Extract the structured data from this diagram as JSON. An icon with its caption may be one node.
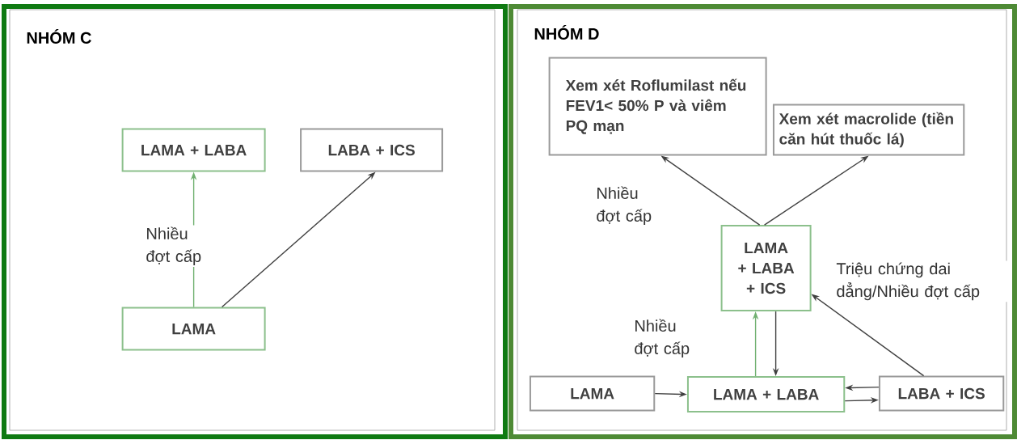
{
  "diagram": {
    "nodes": [
      {
        "text": [
          "NHÓM C"
        ]
      },
      {
        "text": [
          "LAMA + LABA"
        ],
        "in": 0
      },
      {
        "text": [
          "LABA + ICS"
        ],
        "in": 0
      },
      {
        "text": [
          "LAMA"
        ],
        "in": 0
      },
      {
        "text": [
          "NHÓM D"
        ]
      },
      {
        "text": [
          "Xem xét Roflumilast nếu FEV1< 50% P và viêm PQ mạn"
        ],
        "in": 4
      },
      {
        "text": [
          "Xem xét macrolide (tiền căn hút thuốc lá)"
        ],
        "in": 4
      },
      {
        "text": [
          "LAMA + LABA + ICS"
        ],
        "in": 4
      },
      {
        "text": [
          "LAMA"
        ],
        "in": 4
      },
      {
        "text": [
          "LAMA + LABA"
        ],
        "in": 4
      },
      {
        "text": [
          "LABA + ICS"
        ],
        "in": 4
      }
    ],
    "edges": [
      {
        "from": 3,
        "to": 1,
        "arrow": "to",
        "label": "Nhiều đợt cấp",
        "color": "#70b070"
      },
      {
        "from": 3,
        "to": 2,
        "arrow": "to"
      },
      {
        "from": 7,
        "to": 5,
        "arrow": "to",
        "label": "Nhiều đợt cấp"
      },
      {
        "from": 7,
        "to": 6,
        "arrow": "to"
      },
      {
        "from": 9,
        "to": 7,
        "arrow": "to",
        "label": "Nhiều đợt cấp",
        "color": "#70b070"
      },
      {
        "from": 7,
        "to": 9,
        "arrow": "to"
      },
      {
        "from": 8,
        "to": 9,
        "arrow": "to"
      },
      {
        "from": 10,
        "to": 9,
        "arrow": "to"
      },
      {
        "from": 9,
        "to": 10,
        "arrow": "to"
      },
      {
        "from": 10,
        "to": 7,
        "arrow": "to",
        "label": "Triệu chứng dai dẳng/Nhiều đợt cấp"
      }
    ]
  }
}
